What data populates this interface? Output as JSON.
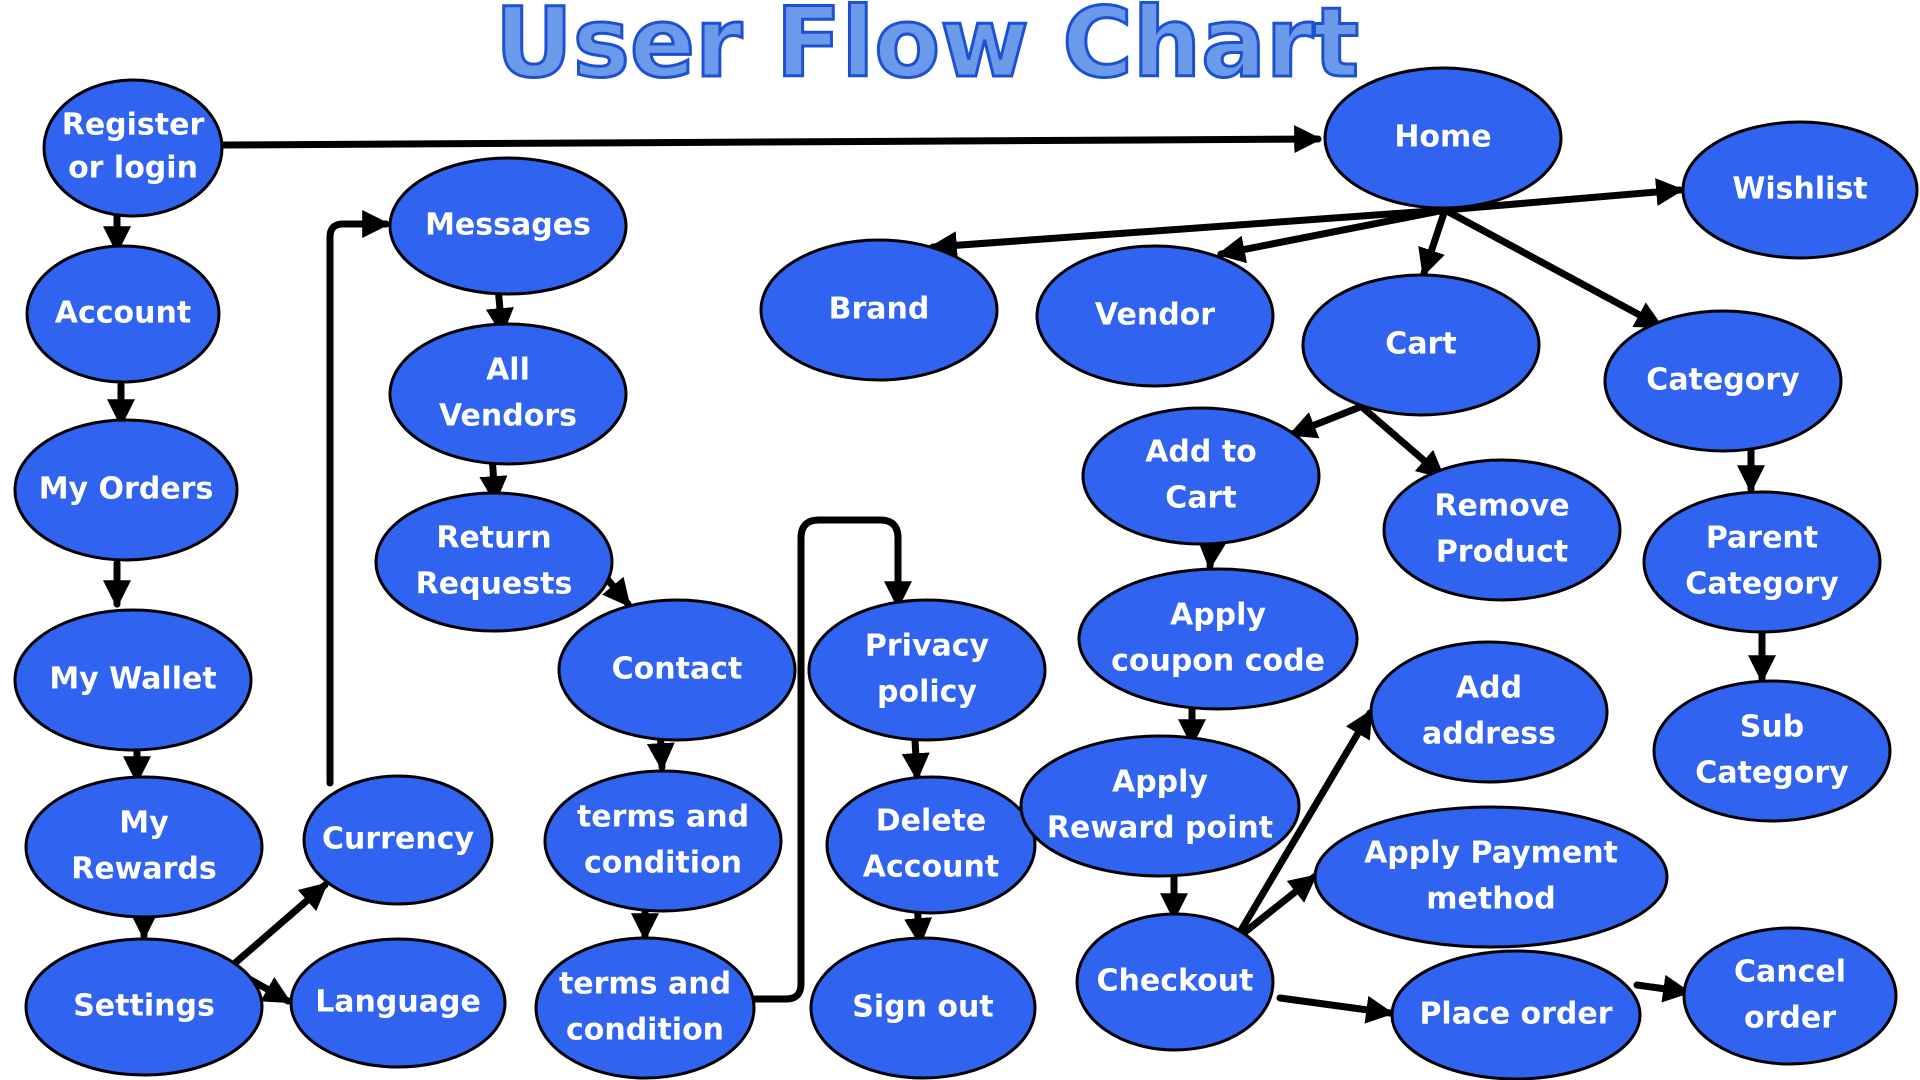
{
  "title": "User Flow Chart",
  "colors": {
    "node_fill": "#2f63f0",
    "node_stroke": "#000000",
    "node_text": "#ffffff",
    "edge": "#000000",
    "title_fill": "#6b9aea",
    "title_stroke": "#1e50d2"
  },
  "nodes": {
    "register": [
      "Register",
      "or login"
    ],
    "home": [
      "Home"
    ],
    "wishlist": [
      "Wishlist"
    ],
    "account": [
      "Account"
    ],
    "messages": [
      "Messages"
    ],
    "brand": [
      "Brand"
    ],
    "vendor": [
      "Vendor"
    ],
    "cart": [
      "Cart"
    ],
    "category": [
      "Category"
    ],
    "all_vendors": [
      "All",
      "Vendors"
    ],
    "my_orders": [
      "My Orders"
    ],
    "add_to_cart": [
      "Add to",
      "Cart"
    ],
    "remove_product": [
      "Remove",
      "Product"
    ],
    "return_requests": [
      "Return",
      "Requests"
    ],
    "parent_category": [
      "Parent",
      "Category"
    ],
    "privacy_policy": [
      "Privacy",
      "policy"
    ],
    "my_wallet": [
      "My Wallet"
    ],
    "contact": [
      "Contact"
    ],
    "apply_coupon": [
      "Apply",
      "coupon code"
    ],
    "add_address": [
      "Add",
      "address"
    ],
    "sub_category": [
      "Sub",
      "Category"
    ],
    "my_rewards": [
      "My",
      "Rewards"
    ],
    "currency": [
      "Currency"
    ],
    "terms1": [
      "terms and",
      "condition"
    ],
    "delete_account": [
      "Delete",
      "Account"
    ],
    "apply_reward": [
      "Apply",
      "Reward point"
    ],
    "apply_payment": [
      "Apply Payment",
      "method"
    ],
    "settings": [
      "Settings"
    ],
    "language": [
      "Language"
    ],
    "terms2": [
      "terms and",
      "condition"
    ],
    "sign_out": [
      "Sign out"
    ],
    "checkout": [
      "Checkout"
    ],
    "place_order": [
      "Place order"
    ],
    "cancel_order": [
      "Cancel",
      "order"
    ]
  },
  "edges": [
    [
      "register",
      "home"
    ],
    [
      "register",
      "account"
    ],
    [
      "account",
      "my_orders"
    ],
    [
      "my_orders",
      "my_wallet"
    ],
    [
      "my_wallet",
      "my_rewards"
    ],
    [
      "my_rewards",
      "settings"
    ],
    [
      "settings",
      "currency"
    ],
    [
      "settings",
      "language"
    ],
    [
      "currency",
      "messages"
    ],
    [
      "messages",
      "all_vendors"
    ],
    [
      "all_vendors",
      "return_requests"
    ],
    [
      "return_requests",
      "contact"
    ],
    [
      "contact",
      "terms1"
    ],
    [
      "terms1",
      "terms2"
    ],
    [
      "terms2",
      "privacy_policy"
    ],
    [
      "privacy_policy",
      "delete_account"
    ],
    [
      "delete_account",
      "sign_out"
    ],
    [
      "home",
      "wishlist"
    ],
    [
      "home",
      "brand"
    ],
    [
      "home",
      "vendor"
    ],
    [
      "home",
      "cart"
    ],
    [
      "home",
      "category"
    ],
    [
      "cart",
      "add_to_cart"
    ],
    [
      "cart",
      "remove_product"
    ],
    [
      "add_to_cart",
      "apply_coupon"
    ],
    [
      "apply_coupon",
      "apply_reward"
    ],
    [
      "apply_reward",
      "checkout"
    ],
    [
      "checkout",
      "add_address"
    ],
    [
      "checkout",
      "apply_payment"
    ],
    [
      "checkout",
      "place_order"
    ],
    [
      "place_order",
      "cancel_order"
    ],
    [
      "category",
      "parent_category"
    ],
    [
      "parent_category",
      "sub_category"
    ]
  ]
}
